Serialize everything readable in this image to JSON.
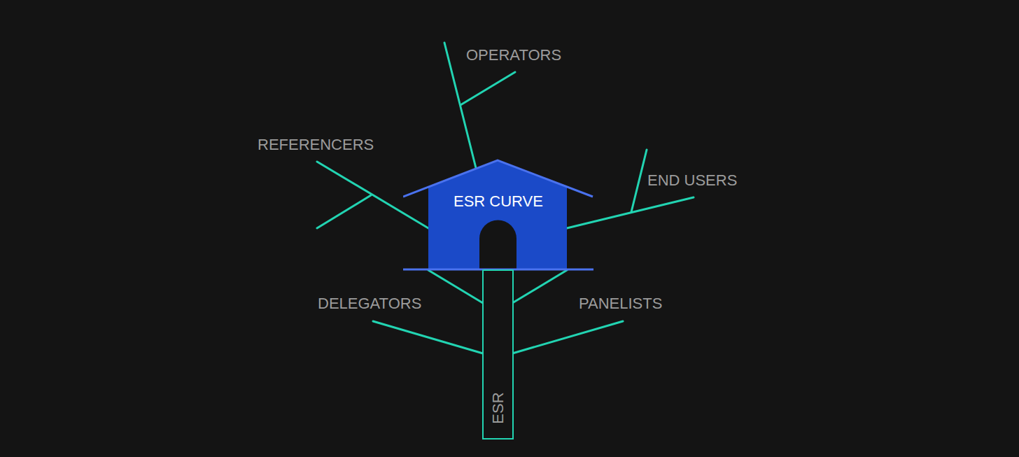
{
  "diagram": {
    "nodes": [
      {
        "text": [
          "ESR CURVE"
        ]
      },
      {
        "text": [
          "ESR"
        ]
      }
    ],
    "labels": [
      "OPERATORS",
      "REFERENCERS",
      "END USERS",
      "DELEGATORS",
      "PANELISTS"
    ]
  }
}
